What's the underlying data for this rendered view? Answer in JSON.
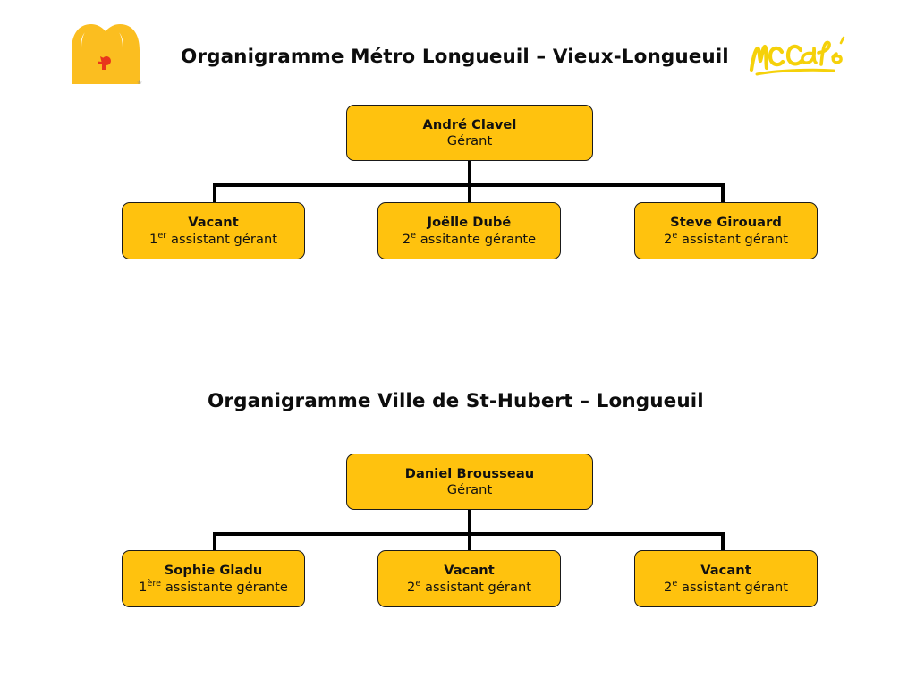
{
  "page": {
    "background": "#ffffff",
    "box_fill": "#FFC20E",
    "box_border": "#1a1a1a",
    "line_color": "#000000",
    "text_color": "#111111"
  },
  "logos": {
    "mcdonalds": {
      "name": "mcdonalds-golden-arches-logo",
      "arch_color": "#FFC20E",
      "leaf_color": "#E8361C",
      "trademark_mark": "®"
    },
    "mccafe": {
      "name": "mccafe-logo",
      "wordmark": "McCafé",
      "color": "#F5D10A"
    }
  },
  "charts": [
    {
      "title": "Organigramme Métro Longueuil – Vieux-Longueuil",
      "root": {
        "name": "André Clavel",
        "role_prefix": "",
        "role_sup": "",
        "role_suffix": "Gérant"
      },
      "children": [
        {
          "name": "Vacant",
          "role_prefix": "1",
          "role_sup": "er",
          "role_suffix": " assistant gérant"
        },
        {
          "name": "Joëlle Dubé",
          "role_prefix": "2",
          "role_sup": "e",
          "role_suffix": " assitante gérante"
        },
        {
          "name": "Steve Girouard",
          "role_prefix": "2",
          "role_sup": "e",
          "role_suffix": " assistant gérant"
        }
      ]
    },
    {
      "title": "Organigramme Ville de St-Hubert – Longueuil",
      "root": {
        "name": "Daniel Brousseau",
        "role_prefix": "",
        "role_sup": "",
        "role_suffix": "Gérant"
      },
      "children": [
        {
          "name": "Sophie Gladu",
          "role_prefix": "1",
          "role_sup": "ère",
          "role_suffix": " assistante gérante"
        },
        {
          "name": "Vacant",
          "role_prefix": "2",
          "role_sup": "e",
          "role_suffix": " assistant gérant"
        },
        {
          "name": "Vacant",
          "role_prefix": "2",
          "role_sup": "e",
          "role_suffix": " assistant gérant"
        }
      ]
    }
  ]
}
